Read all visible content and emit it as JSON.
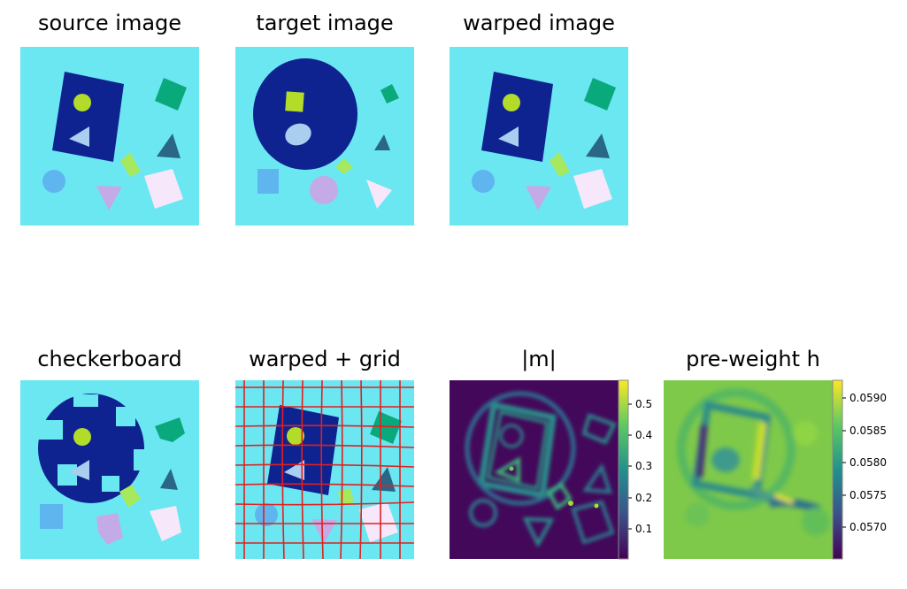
{
  "colors": {
    "background": "#6be7f2",
    "navy": "#0e2390",
    "lime": "#b3dc2a",
    "teal": "#0aa97c",
    "slate": "#2a6786",
    "yellowgreen": "#a7e95e",
    "skyblue": "#5fb5ee",
    "lilac": "#c4aae6",
    "pink": "#f7e7fb",
    "paleblue": "#a9cef0",
    "grid_red": "#e02020",
    "viridis_dark": "#43085a",
    "viridis_green": "#7fc94a"
  },
  "panels": [
    {
      "title": "source image"
    },
    {
      "title": "target image"
    },
    {
      "title": "warped image"
    },
    {
      "title": "checkerboard"
    },
    {
      "title": "warped + grid"
    },
    {
      "title": "|m|",
      "colorbar_ticks": [
        "0.5",
        "0.4",
        "0.3",
        "0.2",
        "0.1"
      ]
    },
    {
      "title": "pre-weight h",
      "colorbar_ticks": [
        "0.0590",
        "0.0585",
        "0.0580",
        "0.0575",
        "0.0570"
      ]
    }
  ]
}
